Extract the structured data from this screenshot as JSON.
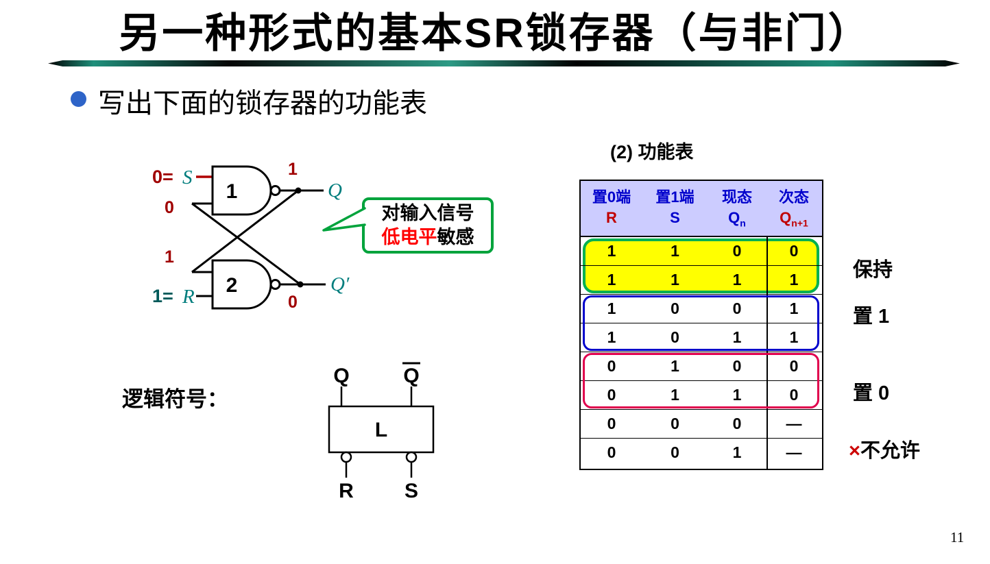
{
  "page": {
    "title": "另一种形式的基本SR锁存器（与非门）",
    "page_number": "11"
  },
  "bullet": {
    "text": "写出下面的锁存器的功能表"
  },
  "circuit": {
    "gate1_label": "1",
    "gate2_label": "2",
    "s_value_prefix": "0=",
    "s_label": "S",
    "r_value_prefix": "1=",
    "r_label": "R",
    "q_label": "Q",
    "q_prime_label": "Q′",
    "q_output_value": "1",
    "q_prime_output_value": "0",
    "feedback_top_value": "0",
    "feedback_bottom_value": "1"
  },
  "callout": {
    "line1": "对输入信号",
    "line2_red": "低电平",
    "line2_black": "敏感"
  },
  "logic_symbol": {
    "caption": "逻辑符号：",
    "box_label": "L",
    "q_top": "Q",
    "qbar_top": "Q",
    "r_bottom": "R",
    "s_bottom": "S"
  },
  "table": {
    "title": "(2) 功能表",
    "header": [
      {
        "line1": "置0端",
        "line2": "R"
      },
      {
        "line1": "置1端",
        "line2": "S"
      },
      {
        "line1": "现态",
        "sym": "Q",
        "sub": "n"
      },
      {
        "line1": "次态",
        "sym": "Q",
        "sub": "n+1"
      }
    ],
    "rows": [
      [
        "1",
        "1",
        "0",
        "0"
      ],
      [
        "1",
        "1",
        "1",
        "1"
      ],
      [
        "1",
        "0",
        "0",
        "1"
      ],
      [
        "1",
        "0",
        "1",
        "1"
      ],
      [
        "0",
        "1",
        "0",
        "0"
      ],
      [
        "0",
        "1",
        "1",
        "0"
      ],
      [
        "0",
        "0",
        "0",
        "—"
      ],
      [
        "0",
        "0",
        "1",
        "—"
      ]
    ],
    "annotations": {
      "hold": "保持",
      "set_1": "置 1",
      "set_0": "置 0",
      "not_allowed_mark": "×",
      "not_allowed_text": "不允许"
    }
  },
  "colors": {
    "highlight_yellow": "#ffff00",
    "highlight_green_border": "#00b050",
    "outline_blue": "#0000cc",
    "outline_red": "#e0004d",
    "table_header_bg": "#ccccff",
    "table_header_blue": "#0000cc",
    "table_header_red": "#c00000",
    "signal_red": "#a00000",
    "teal_label": "#007d7d",
    "callout_green": "#00a33c",
    "callout_red": "#ff0000",
    "bullet_blue": "#2e64c8"
  }
}
